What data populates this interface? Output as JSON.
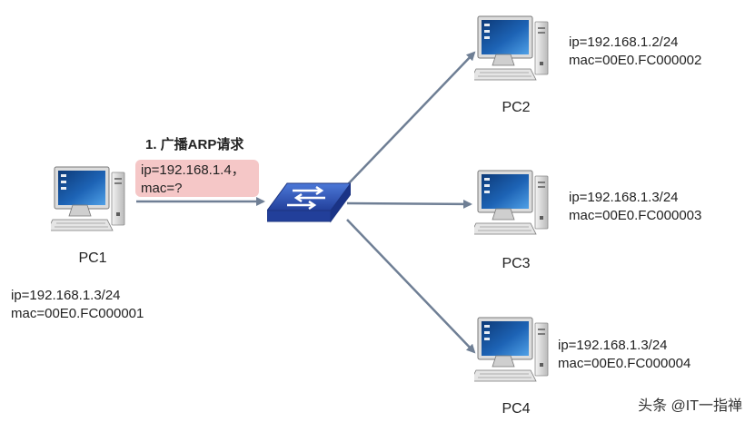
{
  "request": {
    "title": "1. 广播ARP请求",
    "line1": "ip=192.168.1.4，",
    "line2": "mac=?"
  },
  "pcs": [
    {
      "label": "PC1",
      "ip": "ip=192.168.1.3/24",
      "mac": "mac=00E0.FC000001"
    },
    {
      "label": "PC2",
      "ip": "ip=192.168.1.2/24",
      "mac": "mac=00E0.FC000002"
    },
    {
      "label": "PC3",
      "ip": "ip=192.168.1.3/24",
      "mac": "mac=00E0.FC000003"
    },
    {
      "label": "PC4",
      "ip": "ip=192.168.1.3/24",
      "mac": "mac=00E0.FC000004"
    }
  ],
  "icons": {
    "computer": "desktop-computer-icon",
    "switch": "network-switch-icon"
  },
  "colors": {
    "arrow": "#6f7f95",
    "request_bg": "#f5c7c7",
    "switch_blue": "#2f56b8",
    "screen_blue": "#1d63b5"
  },
  "watermark": "头条 @IT一指禅"
}
